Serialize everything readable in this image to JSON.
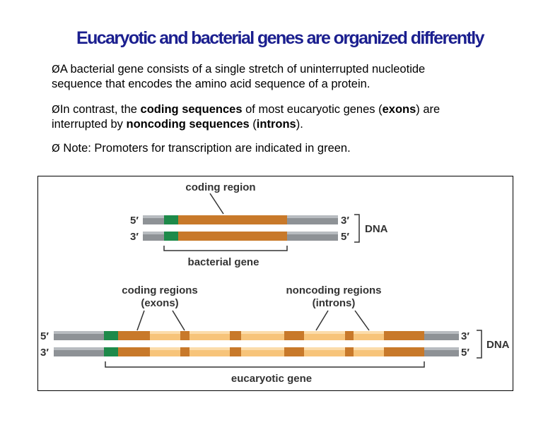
{
  "title": "Eucaryotic and bacterial genes are organized  differently",
  "bullets": [
    {
      "arrow": "Ø",
      "text1": "A bacterial gene consists of a single stretch of uninterrupted nucleotide",
      "text2": "sequence that encodes the amino acid sequence of a protein."
    },
    {
      "arrow": "Ø",
      "pre": "In contrast, the ",
      "bold1": "coding sequences",
      "mid1": " of most eucaryotic genes (",
      "bold2": "exons",
      "mid2": ") are",
      "pre2": "interrupted by ",
      "bold3": "noncoding sequences",
      "mid3": " (",
      "bold4": "introns",
      "end": ")."
    },
    {
      "arrow": "Ø",
      "text": " Note: Promoters for transcription are indicated in green."
    }
  ],
  "figure": {
    "bacterial": {
      "top_label": "coding region",
      "bottom_label": "bacterial gene",
      "end_5_top": "5′",
      "end_3_top": "3′",
      "end_3_bottom_left": "3′",
      "end_5_bottom_right": "5′",
      "dna_label": "DNA"
    },
    "eucaryotic": {
      "left_label_line1": "coding regions",
      "left_label_line2": "(exons)",
      "right_label_line1": "noncoding regions",
      "right_label_line2": "(introns)",
      "bottom_label": "eucaryotic gene",
      "end_5_top": "5′",
      "end_3_top": "3′",
      "end_3_bottom_left": "3′",
      "end_5_bottom_right": "5′",
      "dna_label": "DNA"
    },
    "colors": {
      "dna_gray": "#8e9296",
      "promoter_green": "#1e8a4a",
      "exon_orange": "#c8792a",
      "intron_light": "#f7c47a",
      "label_gray": "#333333"
    }
  }
}
